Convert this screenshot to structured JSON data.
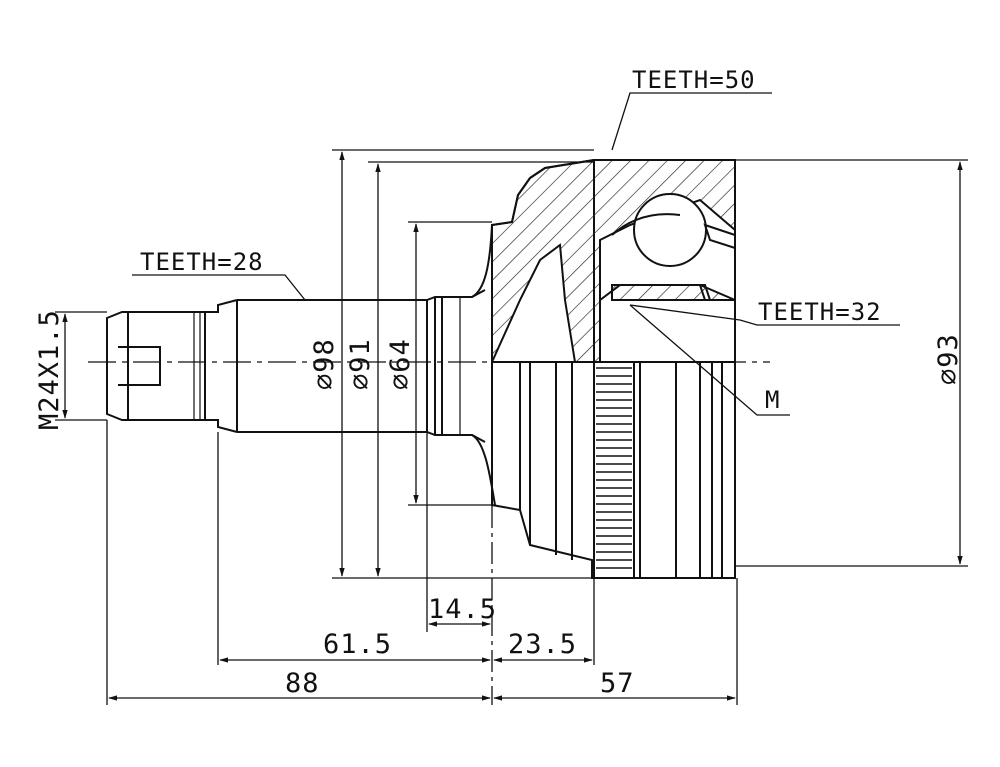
{
  "callouts": {
    "teeth_outer": "TEETH=50",
    "teeth_shaft": "TEETH=28",
    "teeth_inner": "TEETH=32",
    "marker": "M"
  },
  "diameters": {
    "d98": "⌀98",
    "d91": "⌀91",
    "d64": "⌀64",
    "d93": "⌀93",
    "thread": "M24X1.5"
  },
  "lengths": {
    "l14_5": "14.5",
    "l61_5": "61.5",
    "l23_5": "23.5",
    "l88": "88",
    "l57": "57"
  },
  "colors": {
    "line": "#111111",
    "background": "#ffffff"
  }
}
